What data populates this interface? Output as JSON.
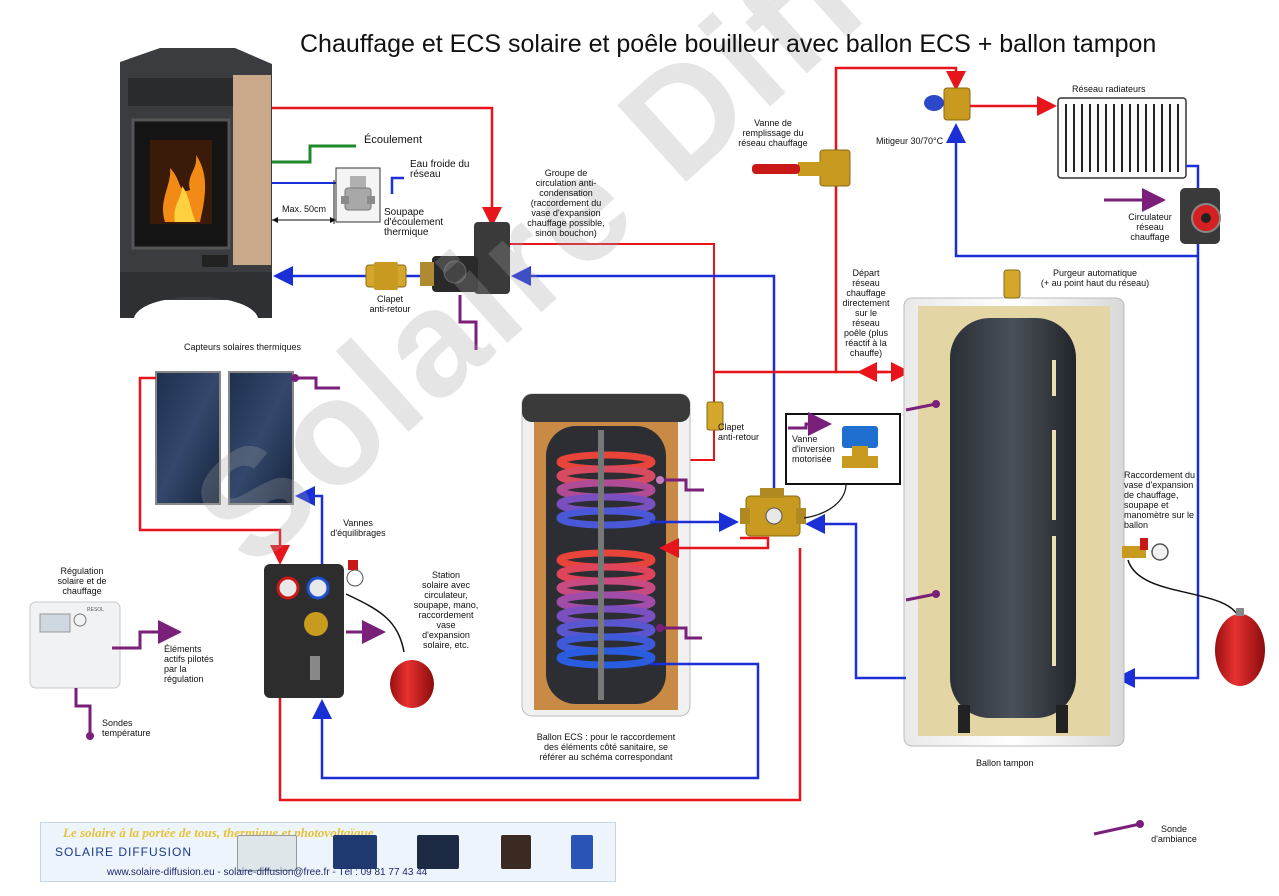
{
  "title": "Chauffage et ECS solaire et poêle bouilleur avec ballon ECS + ballon tampon",
  "watermark": "Solaire Diffusion",
  "labels": {
    "ecoulement": "Écoulement",
    "eau_froide": [
      "Eau froide du",
      "réseau"
    ],
    "soupape": [
      "Soupape",
      "d'écoulement",
      "thermique"
    ],
    "max_distance": "Max. 50cm",
    "clapet_1": [
      "Clapet",
      "anti-retour"
    ],
    "groupe_circulation": [
      "Groupe de",
      "circulation anti-",
      "condensation",
      "(raccordement du",
      "vase d'expansion",
      "chauffage possible,",
      "sinon bouchon)"
    ],
    "vanne_remplissage": [
      "Vanne de",
      "remplissage du",
      "réseau chauffage"
    ],
    "mitigeur": "Mitigeur 30/70°C",
    "reseau_radiateurs": "Réseau radiateurs",
    "circulateur_reseau": [
      "Circulateur",
      "réseau",
      "chauffage"
    ],
    "purgeur": [
      "Purgeur automatique",
      "(+ au point haut du réseau)"
    ],
    "depart_reseau": [
      "Départ",
      "réseau",
      "chauffage",
      "directement",
      "sur le",
      "réseau",
      "poêle (plus",
      "réactif à la",
      "chauffe)"
    ],
    "capteurs": "Capteurs solaires thermiques",
    "clapet_2": [
      "Clapet",
      "anti-retour"
    ],
    "vanne_inversion": [
      "Vanne",
      "d'inversion",
      "motorisée"
    ],
    "vannes_equilibrage": [
      "Vannes",
      "d'équilibrages"
    ],
    "station_solaire": [
      "Station",
      "solaire avec",
      "circulateur,",
      "soupape, mano,",
      "raccordement",
      "vase",
      "d'expansion",
      "solaire, etc."
    ],
    "regulation": [
      "Régulation",
      "solaire et de",
      "chauffage"
    ],
    "elements_actifs": [
      "Éléments",
      "actifs pilotés",
      "par la",
      "régulation"
    ],
    "sondes_temperature": [
      "Sondes",
      "température"
    ],
    "ballon_ecs": [
      "Ballon ECS : pour le raccordement",
      "des éléments côté sanitaire, se",
      "référer au schéma correspondant"
    ],
    "raccordement_vase": [
      "Raccordement du",
      "vase d'expansion",
      "de chauffage,",
      "soupape et",
      "manomètre sur le",
      "ballon"
    ],
    "ballon_tampon": "Ballon tampon",
    "sonde_ambiance": [
      "Sonde",
      "d'ambiance"
    ],
    "regulator_brand": "RESOL"
  },
  "banner": {
    "slogan": "Le solaire à la portée de tous, thermique et photovoltaïque.",
    "brand": "SOLAIRE   DIFFUSION",
    "contact": "www.solaire-diffusion.eu - solaire-diffusion@free.fr - Tél : 09 81 77 43 44"
  },
  "colors": {
    "hot": "#e8141b",
    "cold": "#1a2fd6",
    "drain": "#1f8a2a",
    "signal": "#7a1f7a",
    "insulation": "#d9a25a",
    "expansion_vessel": "#d42020"
  }
}
